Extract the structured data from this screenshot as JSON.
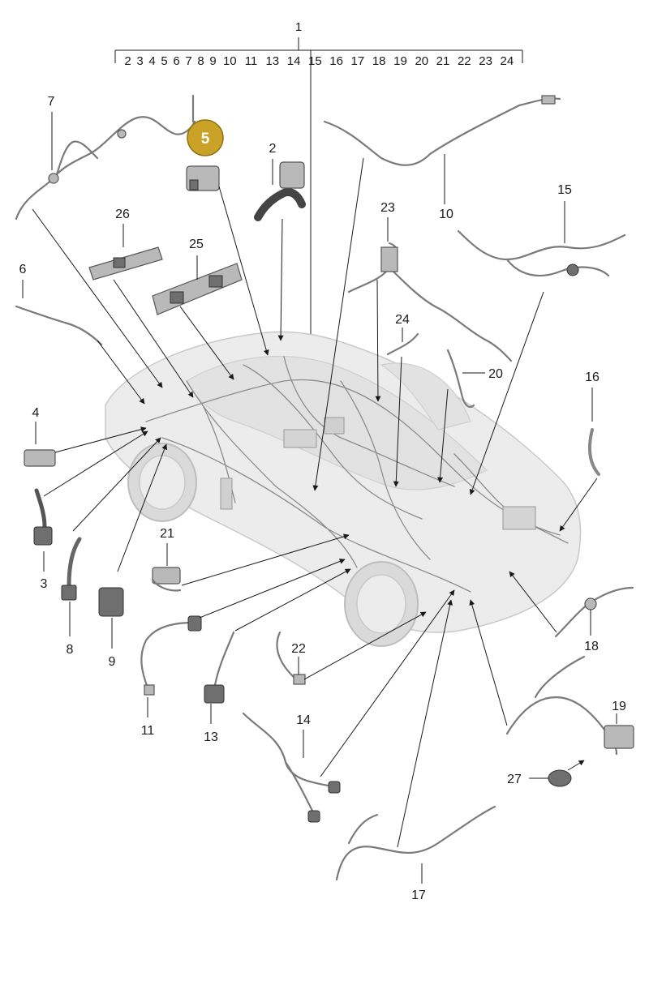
{
  "header": {
    "main_number": "1",
    "sub_numbers": [
      "2",
      "3",
      "4",
      "5",
      "6",
      "7",
      "8",
      "9",
      "10",
      "11",
      "13",
      "14",
      "15",
      "16",
      "17",
      "18",
      "19",
      "20",
      "21",
      "22",
      "23",
      "24"
    ]
  },
  "highlight": {
    "label": "5",
    "color": "#c9a227"
  },
  "callouts": [
    {
      "id": "c2",
      "label": "2"
    },
    {
      "id": "c3",
      "label": "3"
    },
    {
      "id": "c4",
      "label": "4"
    },
    {
      "id": "c6",
      "label": "6"
    },
    {
      "id": "c7",
      "label": "7"
    },
    {
      "id": "c8",
      "label": "8"
    },
    {
      "id": "c9",
      "label": "9"
    },
    {
      "id": "c10",
      "label": "10"
    },
    {
      "id": "c11",
      "label": "11"
    },
    {
      "id": "c13",
      "label": "13"
    },
    {
      "id": "c14",
      "label": "14"
    },
    {
      "id": "c15",
      "label": "15"
    },
    {
      "id": "c16",
      "label": "16"
    },
    {
      "id": "c17",
      "label": "17"
    },
    {
      "id": "c18",
      "label": "18"
    },
    {
      "id": "c19",
      "label": "19"
    },
    {
      "id": "c20",
      "label": "20"
    },
    {
      "id": "c21",
      "label": "21"
    },
    {
      "id": "c22",
      "label": "22"
    },
    {
      "id": "c23",
      "label": "23"
    },
    {
      "id": "c24",
      "label": "24"
    },
    {
      "id": "c25",
      "label": "25"
    },
    {
      "id": "c26",
      "label": "26"
    },
    {
      "id": "c27",
      "label": "27"
    }
  ]
}
